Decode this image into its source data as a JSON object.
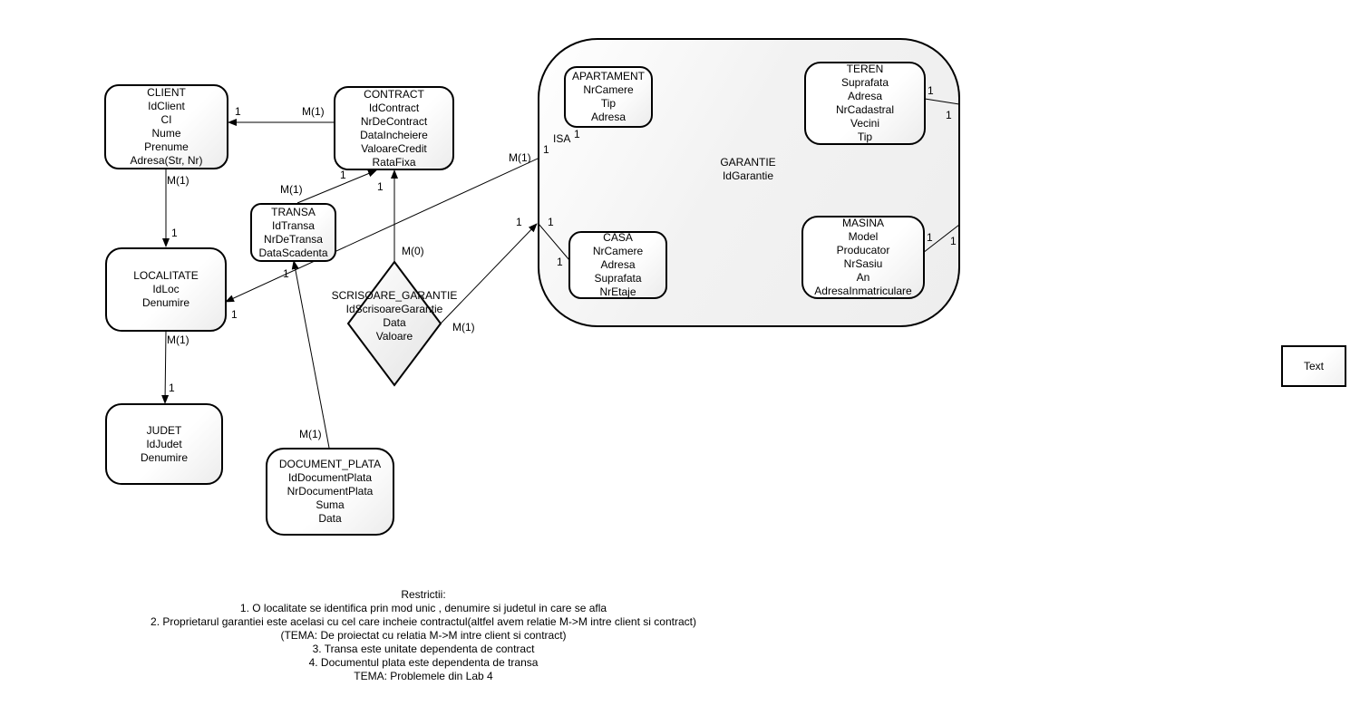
{
  "diagram": {
    "entities": {
      "client": {
        "name": "CLIENT",
        "attributes": [
          "IdClient",
          "CI",
          "Nume",
          "Prenume",
          "Adresa(Str, Nr)"
        ]
      },
      "contract": {
        "name": "CONTRACT",
        "attributes": [
          "IdContract",
          "NrDeContract",
          "DataIncheiere",
          "ValoareCredit",
          "RataFixa"
        ]
      },
      "transa": {
        "name": "TRANSA",
        "attributes": [
          "IdTransa",
          "NrDeTransa",
          "DataScadenta"
        ]
      },
      "localitate": {
        "name": "LOCALITATE",
        "attributes": [
          "IdLoc",
          "Denumire"
        ]
      },
      "judet": {
        "name": "JUDET",
        "attributes": [
          "IdJudet",
          "Denumire"
        ]
      },
      "document_plata": {
        "name": "DOCUMENT_PLATA",
        "attributes": [
          "IdDocumentPlata",
          "NrDocumentPlata",
          "Suma",
          "Data"
        ]
      },
      "apartament": {
        "name": "APARTAMENT",
        "attributes": [
          "NrCamere",
          "Tip",
          "Adresa"
        ]
      },
      "casa": {
        "name": "CASA",
        "attributes": [
          "NrCamere",
          "Adresa",
          "Suprafata",
          "NrEtaje"
        ]
      },
      "teren": {
        "name": "TEREN",
        "attributes": [
          "Suprafata",
          "Adresa",
          "NrCadastral",
          "Vecini",
          "Tip"
        ]
      },
      "masina": {
        "name": "MASINA",
        "attributes": [
          "Model",
          "Producator",
          "NrSasiu",
          "An",
          "AdresaInmatriculare"
        ]
      }
    },
    "supertype": {
      "name": "GARANTIE",
      "attributes": [
        "IdGarantie"
      ]
    },
    "relationship": {
      "name": "SCRISOARE_GARANTIE",
      "attributes": [
        "IdScrisoareGarantie",
        "Data",
        "Valoare"
      ]
    },
    "cardinalities": {
      "client_contract_client": "1",
      "client_contract_contract": "M(1)",
      "client_localitate_client": "M(1)",
      "client_localitate_localitate": "1",
      "localitate_judet_localitate": "M(1)",
      "localitate_judet_judet": "1",
      "transa_contract_transa": "M(1)",
      "transa_contract_contract": "1",
      "scrisoare_contract_contract": "1",
      "scrisoare_contract_scrisoare": "M(0)",
      "scrisoare_garantie_scrisoare": "M(1)",
      "scrisoare_garantie_garantie": "1",
      "garantie_localitate_garantie": "M(1)",
      "garantie_localitate_localitate": "1",
      "docplata_transa_docplata": "M(1)",
      "docplata_transa_transa": "1",
      "isa_label": "ISA",
      "isa_apartament": "1",
      "isa_apartament_super": "1",
      "isa_casa_super": "1",
      "isa_casa": "1",
      "isa_teren": "1",
      "isa_teren_super": "1",
      "isa_masina": "1",
      "isa_masina_super": "1"
    },
    "notes": [
      "Restrictii:",
      "1. O localitate se identifica prin mod unic , denumire si judetul in care se afla",
      "2. Proprietarul garantiei este acelasi cu cel care incheie contractul(altfel avem relatie M->M intre client si contract)",
      "(TEMA: De proiectat cu relatia M->M intre client si contract)",
      "3. Transa este unitate dependenta de contract",
      "4. Documentul plata este dependenta de transa",
      "TEMA: Problemele din Lab 4"
    ],
    "text_box": "Text"
  }
}
